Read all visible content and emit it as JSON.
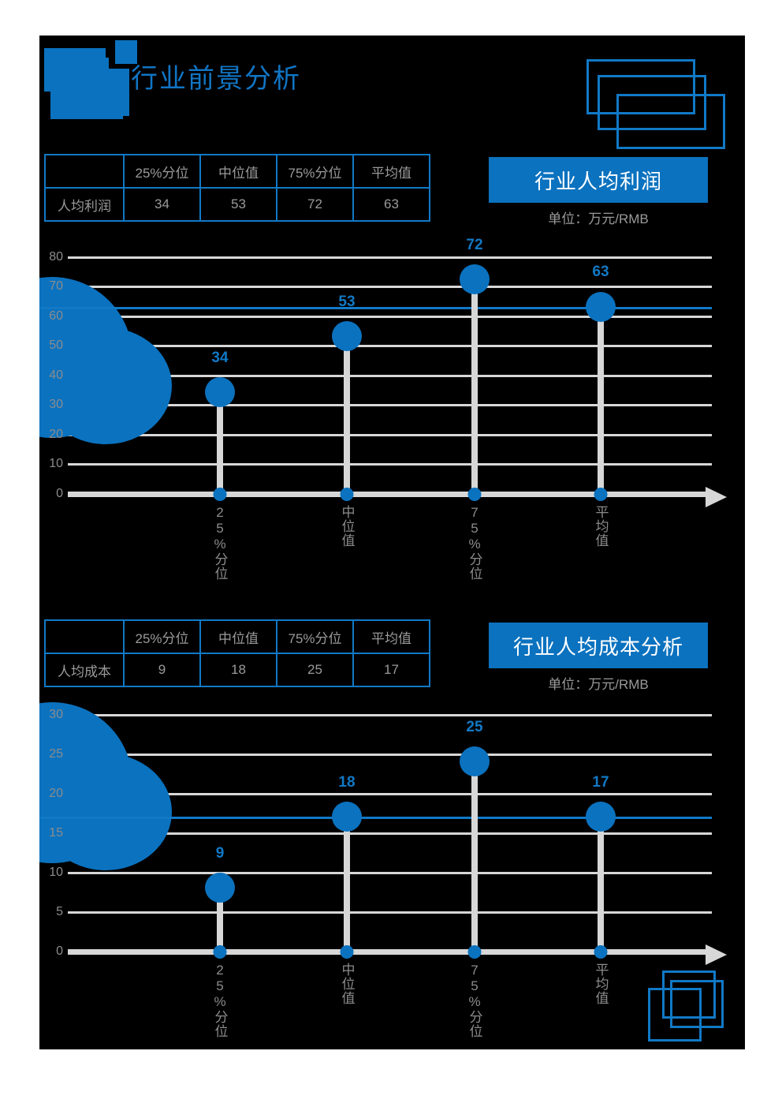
{
  "page": {
    "title": "行业前景分析",
    "accent_color": "#0B72BF",
    "background_color": "#000000",
    "grid_color": "#d7d7d7",
    "text_color": "#9a9a9a"
  },
  "sections": [
    {
      "banner": "行业人均利润",
      "banner_sub": "单位：万元/RMB",
      "table": {
        "corner": "",
        "headers": [
          "25%分位",
          "中位值",
          "75%分位",
          "平均值"
        ],
        "row_label": "人均利润",
        "values": [
          "34",
          "53",
          "72",
          "63"
        ]
      },
      "chart_data": {
        "type": "bar",
        "categories": [
          "25%分位",
          "中位值",
          "75%分位",
          "平均值"
        ],
        "values": [
          34,
          53,
          72,
          63
        ],
        "title": "行业人均利润",
        "xlabel": "",
        "ylabel": "万元/RMB",
        "ylim": [
          0,
          80
        ],
        "yticks": [
          0,
          10,
          20,
          30,
          40,
          50,
          60,
          70,
          80
        ],
        "grid": true,
        "legend": "none",
        "reference_line": {
          "label": "平均值",
          "value": 63,
          "color": "#1179C6"
        }
      }
    },
    {
      "banner": "行业人均成本分析",
      "banner_sub": "单位：万元/RMB",
      "table": {
        "corner": "",
        "headers": [
          "25%分位",
          "中位值",
          "75%分位",
          "平均值"
        ],
        "row_label": "人均成本",
        "values": [
          "9",
          "18",
          "25",
          "17"
        ]
      },
      "chart_data": {
        "type": "bar",
        "categories": [
          "25%分位",
          "中位值",
          "75%分位",
          "平均值"
        ],
        "values": [
          9,
          18,
          25,
          17
        ],
        "title": "行业人均成本分析",
        "xlabel": "",
        "ylabel": "万元/RMB",
        "ylim": [
          0,
          30
        ],
        "yticks": [
          0,
          5,
          10,
          15,
          20,
          25,
          30
        ],
        "grid": true,
        "legend": "none",
        "reference_line": {
          "label": "平均值",
          "value": 17,
          "color": "#1179C6"
        }
      }
    }
  ]
}
